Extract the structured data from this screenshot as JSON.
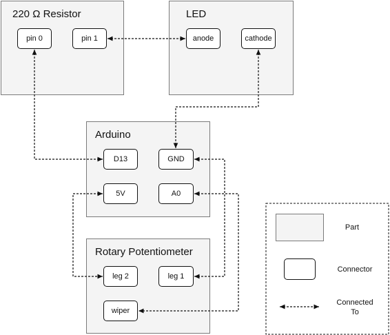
{
  "parts": {
    "resistor": {
      "title": "220 Ω Resistor",
      "pins": [
        "pin 0",
        "pin 1"
      ]
    },
    "led": {
      "title": "LED",
      "pins": [
        "anode",
        "cathode"
      ]
    },
    "arduino": {
      "title": "Arduino",
      "pins": [
        "D13",
        "GND",
        "5V",
        "A0"
      ]
    },
    "potentiometer": {
      "title": "Rotary Potentiometer",
      "pins": [
        "leg 2",
        "leg 1",
        "wiper"
      ]
    }
  },
  "legend": {
    "part": "Part",
    "connector": "Connector",
    "connected_line1": "Connected",
    "connected_line2": "To"
  },
  "connections": [
    [
      "resistor.pin 1",
      "led.anode"
    ],
    [
      "resistor.pin 0",
      "arduino.D13"
    ],
    [
      "led.cathode",
      "arduino.GND"
    ],
    [
      "arduino.5V",
      "potentiometer.leg 2"
    ],
    [
      "arduino.GND",
      "potentiometer.leg 1"
    ],
    [
      "arduino.A0",
      "potentiometer.wiper"
    ]
  ],
  "colors": {
    "part_fill": "#f4f4f4",
    "part_border": "#7a7a7a",
    "line": "#111111"
  }
}
